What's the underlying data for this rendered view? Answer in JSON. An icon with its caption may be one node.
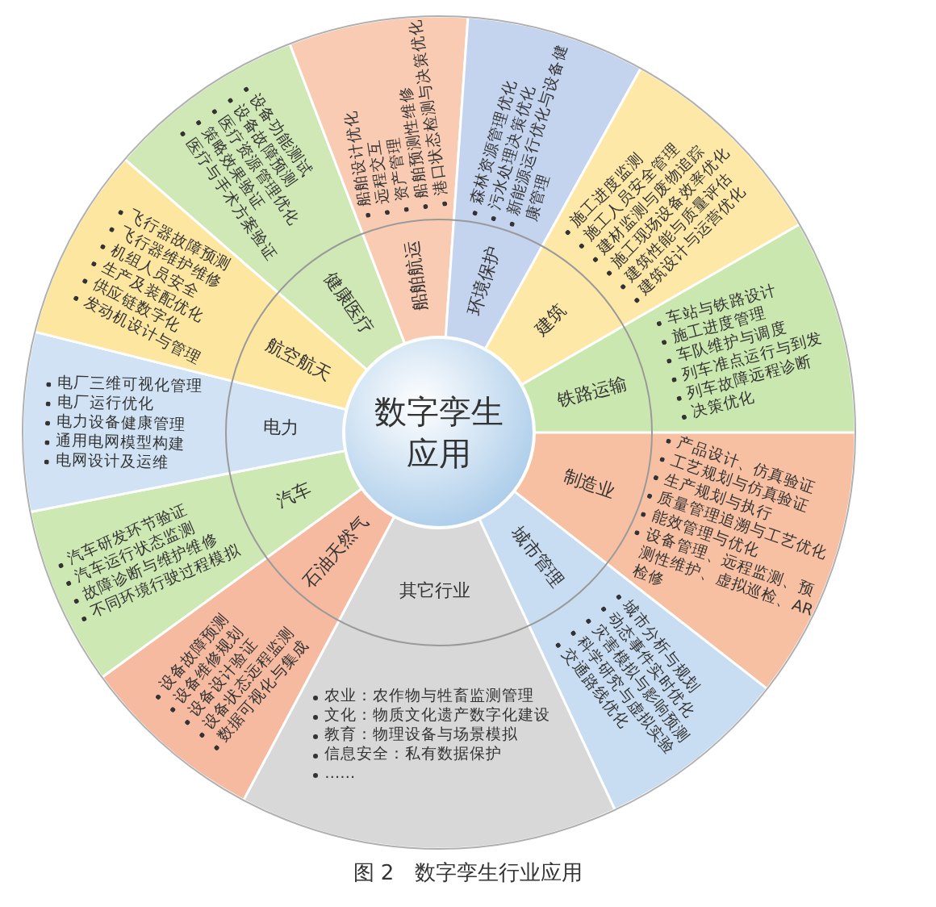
{
  "diagram": {
    "caption": "图 2　数字孪生行业应用",
    "nodes": [
      {
        "text": [
          "数字孪生应用"
        ]
      },
      {
        "text": [
          "健康医疗",
          "设备功能测试",
          "设备故障预测",
          "医疗资源管理优化",
          "策略效果验证",
          "医疗与手术方案验证"
        ]
      },
      {
        "text": [
          "船舶航运",
          "船舶设计优化",
          "远程交互",
          "资产管理",
          "船舶预测性维修",
          "港口状态检测与决策优化"
        ]
      },
      {
        "text": [
          "环境保护",
          "森林资源管理优化",
          "污水处理决策优化",
          "新能源运行优化与设备健康管理"
        ]
      },
      {
        "text": [
          "建筑",
          "施工进度监测",
          "施工人员安全管理",
          "建材监测与废物追踪",
          "施工现场设备效率优化",
          "建筑性能与质量评估",
          "建筑设计与运营优化"
        ]
      },
      {
        "text": [
          "铁路运输",
          "车站与铁路设计",
          "施工进度管理",
          "车队维护与调度",
          "列车准点运行与到发",
          "列车故障远程诊断",
          "决策优化"
        ]
      },
      {
        "text": [
          "制造业",
          "产品设计、仿真验证",
          "工艺规划与仿真验证",
          "生产规划与执行",
          "质量管理追溯与工艺优化",
          "能效管理与优化",
          "设备管理、远程监测、预测性维护、虚拟巡检、AR检修"
        ]
      },
      {
        "text": [
          "城市管理",
          "城市分析与规划",
          "动态事件实时优化",
          "灾害模拟与影响预测",
          "科学研究与虚拟实验",
          "交通路线优化"
        ]
      },
      {
        "text": [
          "其它行业",
          "农业：农作物与牲畜监测管理",
          "文化：物质文化遗产数字化建设",
          "教育：物理设备与场景模拟",
          "信息安全：私有数据保护",
          "……"
        ]
      },
      {
        "text": [
          "石油天然气",
          "设备故障预测",
          "设备维修规划",
          "设备设计验证",
          "设备状态远程监测",
          "数据可视化与集成"
        ]
      },
      {
        "text": [
          "汽车",
          "汽车研发环节验证",
          "汽车运行状态监测",
          "故障诊断与维护维修",
          "不同环境行驶过程模拟"
        ]
      },
      {
        "text": [
          "电力",
          "电厂三维可视化管理",
          "电厂运行优化",
          "电力设备健康管理",
          "通用电网模型构建",
          "电网设计及运维"
        ]
      },
      {
        "text": [
          "航空航天",
          "飞行器故障预测",
          "飞行器维护维修",
          "机组人员安全",
          "生产及装配优化",
          "供应链数字化",
          "发动机设计与管理"
        ]
      }
    ]
  }
}
